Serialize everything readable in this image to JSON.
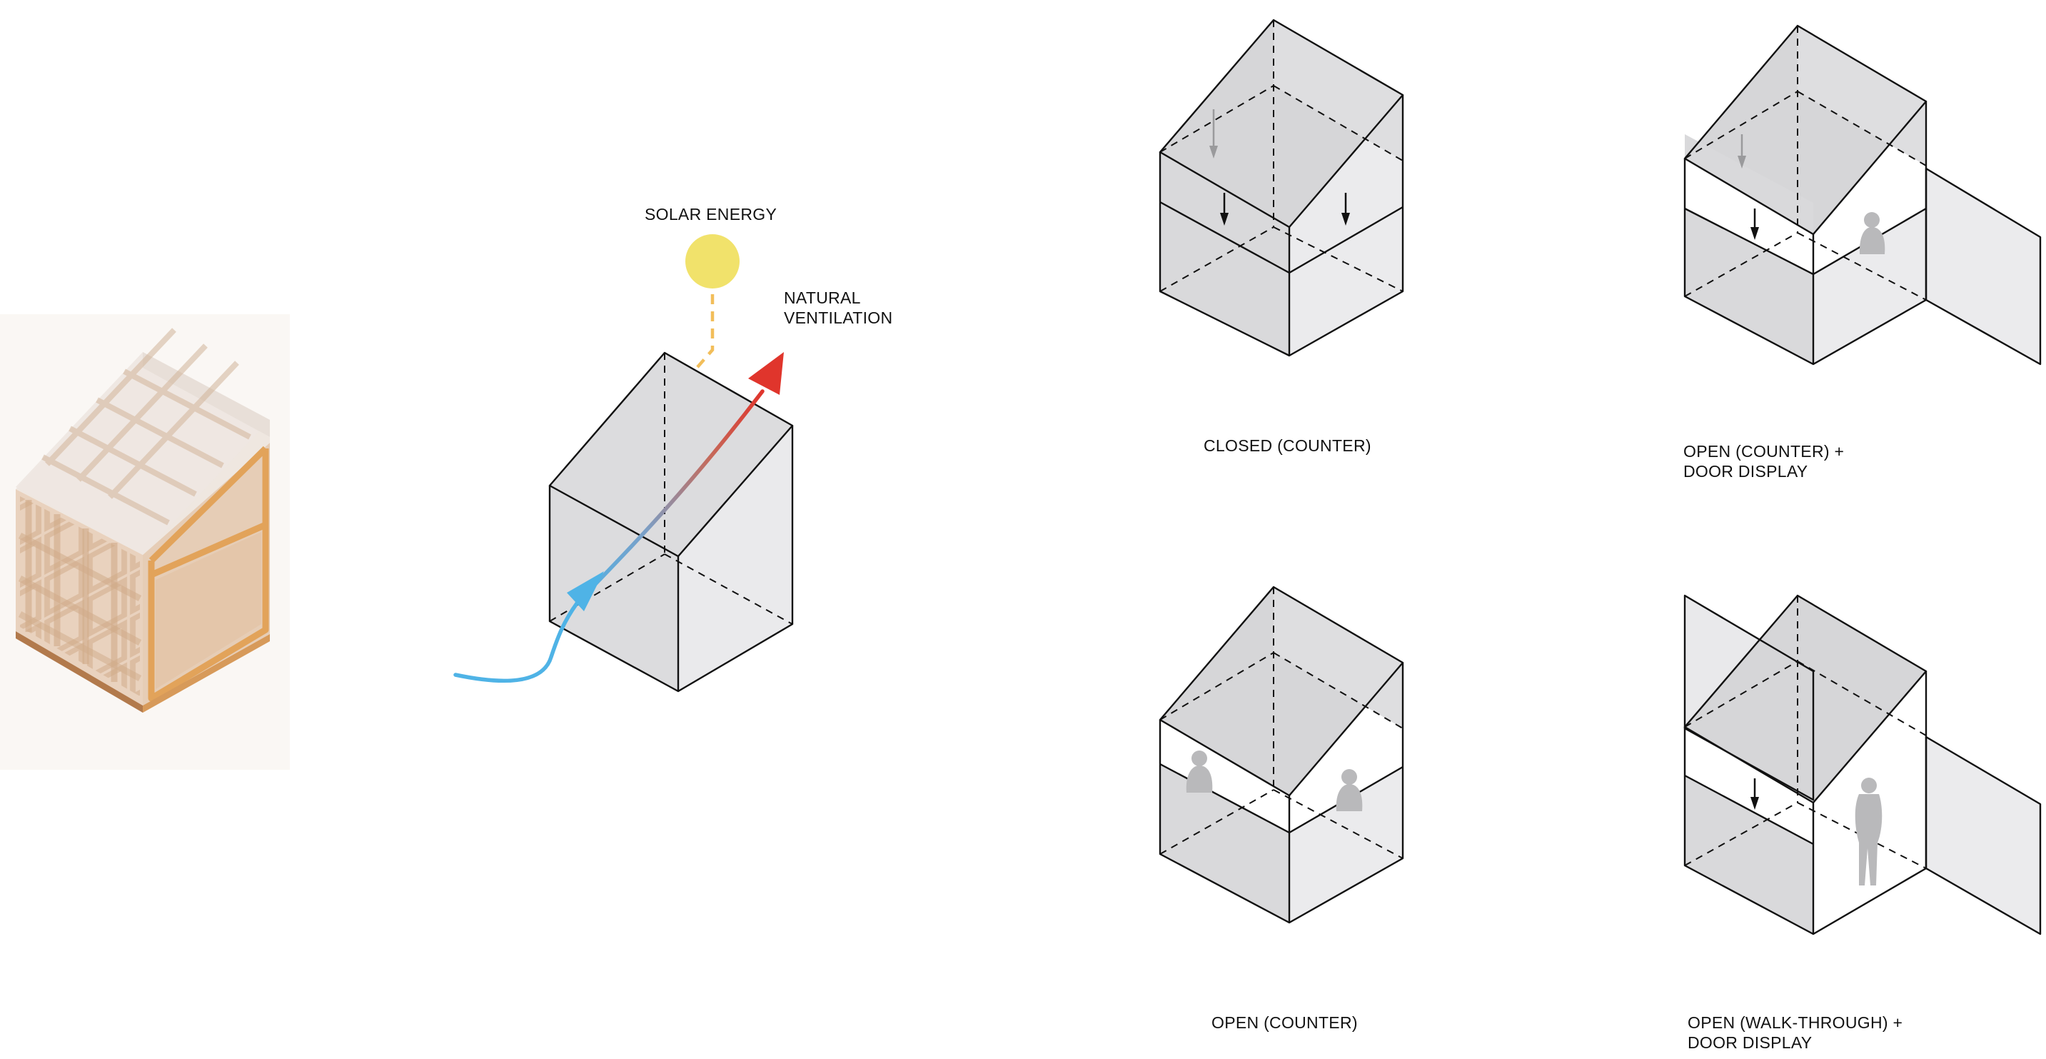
{
  "energy": {
    "solar_label": "SOLAR ENERGY",
    "ventilation_label_line1": "NATURAL",
    "ventilation_label_line2": "VENTILATION"
  },
  "configurations": [
    {
      "lines": [
        "CLOSED  (COUNTER)"
      ]
    },
    {
      "lines": [
        "OPEN (COUNTER) +",
        "DOOR DISPLAY"
      ]
    },
    {
      "lines": [
        "OPEN (COUNTER)"
      ]
    },
    {
      "lines": [
        "OPEN (WALK-THROUGH) +",
        "DOOR DISPLAY"
      ]
    }
  ],
  "colors": {
    "sun": "#F1E26B",
    "solar_ray": "#F2BE5A",
    "cool_air": "#4FB3E6",
    "warm_air": "#E0352C",
    "shade": "#DCDCDE",
    "shade_light": "#E9E9EB",
    "line": "#111111",
    "frame": "#E2A35A"
  }
}
